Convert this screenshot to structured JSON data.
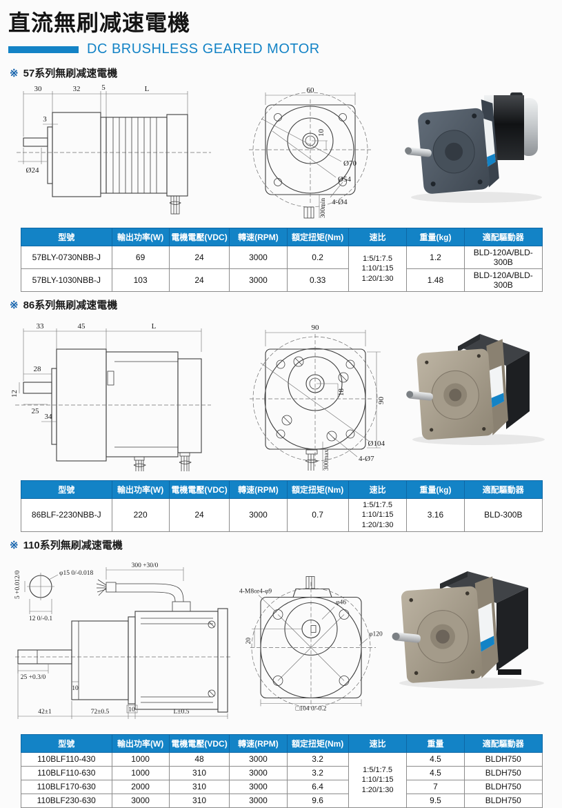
{
  "page": {
    "title_zh": "直流無刷减速電機",
    "title_en": "DC BRUSHLESS GEARED MOTOR",
    "marker": "※",
    "accent_color": "#1383c6"
  },
  "sections": [
    {
      "heading": "57系列無刷减速電機",
      "drawing": {
        "side": {
          "dims": [
            "30",
            "32",
            "5",
            "L",
            "3",
            "Ø24"
          ]
        },
        "front": {
          "dims": [
            "60",
            "10",
            "Ø70",
            "Ø54",
            "4-Ø4",
            "300min"
          ]
        }
      },
      "table": {
        "headers": [
          "型號",
          "輸出功率(W)",
          "電機電壓(VDC)",
          "轉速(RPM)",
          "額定扭矩(Nm)",
          "速比",
          "重量(kg)",
          "適配驅動器"
        ],
        "ratio": "1:5/1:7.5\n1:10/1:15\n1:20/1:30",
        "rows": [
          {
            "model": "57BLY-0730NBB-J",
            "power": "69",
            "voltage": "24",
            "speed": "3000",
            "torque": "0.2",
            "weight": "1.2",
            "driver": "BLD-120A/BLD-300B"
          },
          {
            "model": "57BLY-1030NBB-J",
            "power": "103",
            "voltage": "24",
            "speed": "3000",
            "torque": "0.33",
            "weight": "1.48",
            "driver": "BLD-120A/BLD-300B"
          }
        ]
      }
    },
    {
      "heading": "86系列無刷减速電機",
      "drawing": {
        "side": {
          "dims": [
            "33",
            "45",
            "L",
            "28",
            "12",
            "25",
            "34"
          ]
        },
        "front": {
          "dims": [
            "90",
            "18",
            "90",
            "Ø104",
            "4-Ø7",
            "300max"
          ]
        }
      },
      "table": {
        "headers": [
          "型號",
          "輸出功率(W)",
          "電機電壓(VDC)",
          "轉速(RPM)",
          "額定扭矩(Nm)",
          "速比",
          "重量(kg)",
          "適配驅動器"
        ],
        "ratio": "1:5/1:7.5\n1:10/1:15\n1:20/1:30",
        "rows": [
          {
            "model": "86BLF-2230NBB-J",
            "power": "220",
            "voltage": "24",
            "speed": "3000",
            "torque": "0.7",
            "weight": "3.16",
            "driver": "BLD-300B"
          }
        ]
      }
    },
    {
      "heading": "110系列無刷减速電機",
      "drawing": {
        "side": {
          "dims": [
            "φ15 0/-0.018",
            "5 +0.012/0",
            "12 0/-0.1",
            "300 +30/0",
            "25 +0.3/0",
            "10",
            "42±1",
            "72±0.5",
            "10",
            "L±0.5"
          ]
        },
        "front": {
          "dims": [
            "4-M8or4-φ9",
            "φ46",
            "φ120",
            "20",
            "□104 0/-0.2"
          ]
        }
      },
      "table": {
        "headers": [
          "型號",
          "輸出功率(W)",
          "電機電壓(VDC)",
          "轉速(RPM)",
          "額定扭矩(Nm)",
          "速比",
          "重量",
          "適配驅動器"
        ],
        "ratio": "1:5/1:7.5\n1:10/1:15\n1:20/1:30",
        "rows": [
          {
            "model": "110BLF110-430",
            "power": "1000",
            "voltage": "48",
            "speed": "3000",
            "torque": "3.2",
            "weight": "4.5",
            "driver": "BLDH750"
          },
          {
            "model": "110BLF110-630",
            "power": "1000",
            "voltage": "310",
            "speed": "3000",
            "torque": "3.2",
            "weight": "4.5",
            "driver": "BLDH750"
          },
          {
            "model": "110BLF170-630",
            "power": "2000",
            "voltage": "310",
            "speed": "3000",
            "torque": "6.4",
            "weight": "7",
            "driver": "BLDH750"
          },
          {
            "model": "110BLF230-630",
            "power": "3000",
            "voltage": "310",
            "speed": "3000",
            "torque": "9.6",
            "weight": "9.5",
            "driver": "BLDH750"
          }
        ]
      }
    }
  ]
}
